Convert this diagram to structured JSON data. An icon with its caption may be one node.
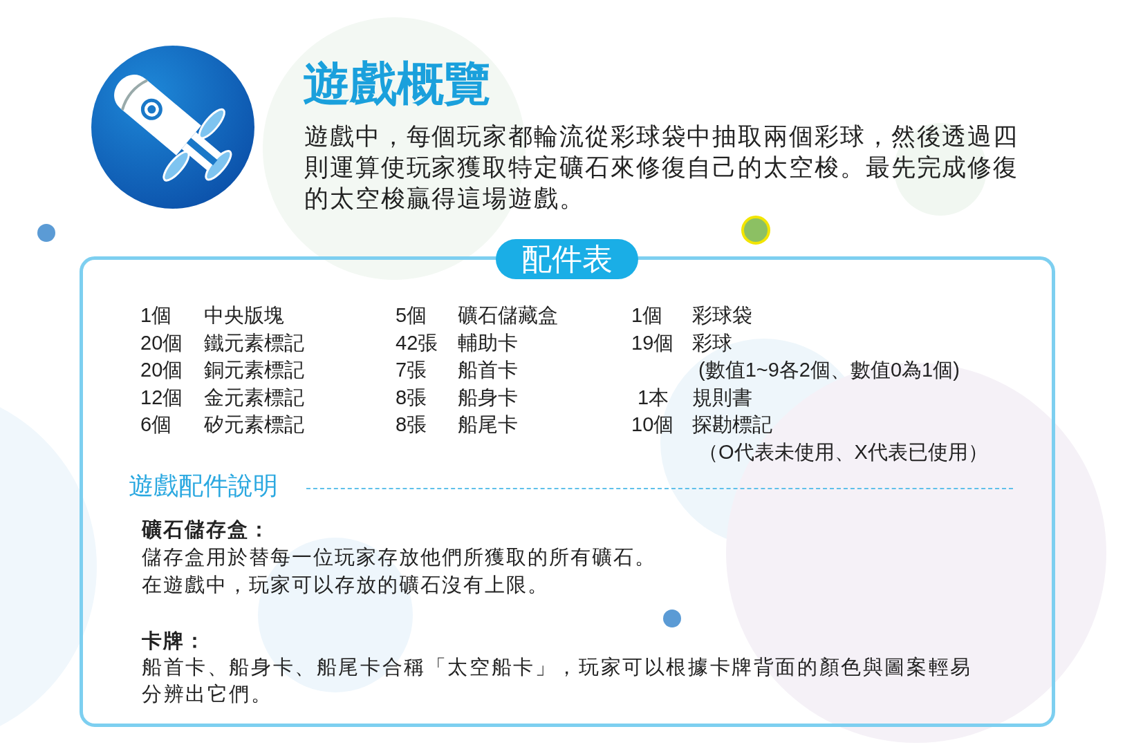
{
  "diagram": {
    "title": "遊戲概覽",
    "nodes": [
      {
        "text": [
          "配件表"
        ]
      }
    ],
    "labels": [
      "遊戲中，每個玩家都輪流從彩球袋中抽取兩個彩球，然後透過四則運算使玩家獲取特定礦石來修復自己的太空梭。最先完成修復的太空梭贏得這場遊戲。",
      "1個",
      "中央版塊",
      "5個",
      "礦石儲藏盒",
      "1個",
      "彩球袋",
      "20個",
      "鐵元素標記",
      "42張",
      "輔助卡",
      "19個",
      "彩球",
      "20個",
      "銅元素標記",
      "7張",
      "船首卡",
      "(數值1~9各2個、數值0為1個)",
      "12個",
      "金元素標記",
      "8張",
      "船身卡",
      "1本",
      "規則書",
      "6個",
      "矽元素標記",
      "8張",
      "船尾卡",
      "10個",
      "探勘標記",
      "（O代表未使用、X代表已使用）",
      "遊戲配件說明",
      "礦石儲存盒：",
      "儲存盒用於替每一位玩家存放他們所獲取的所有礦石。",
      "在遊戲中，玩家可以存放的礦石沒有上限。",
      "卡牌：",
      "船首卡、船身卡、船尾卡合稱「太空船卡」，玩家可以根據卡牌背面的顏色與圖案輕易分辨出它們。"
    ]
  }
}
